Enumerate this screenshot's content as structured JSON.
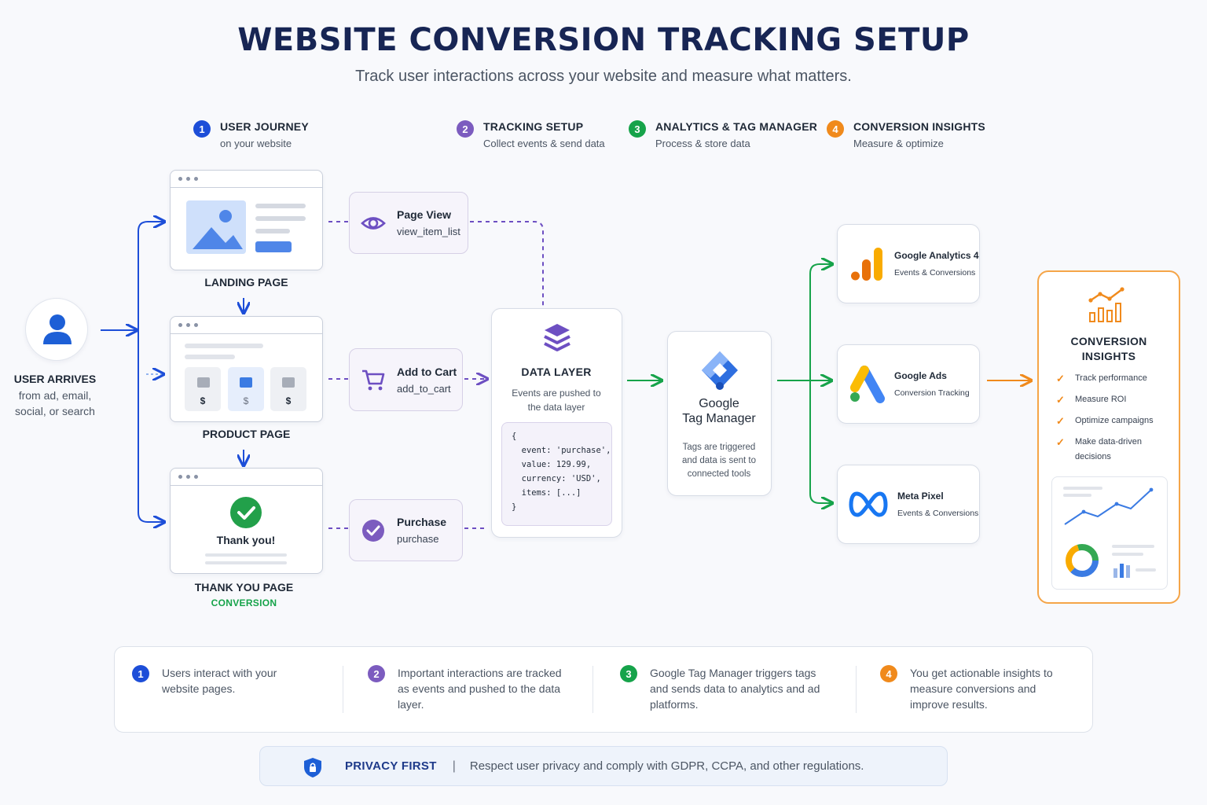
{
  "header": {
    "title": "WEBSITE CONVERSION TRACKING SETUP",
    "subtitle": "Track user interactions across your website and measure what matters."
  },
  "steps": [
    {
      "number": "1",
      "title": "USER JOURNEY",
      "subtitle": "on your website",
      "color": "#1d4ed8"
    },
    {
      "number": "2",
      "title": "TRACKING SETUP",
      "subtitle": "Collect events & send data",
      "color": "#7c5cbf"
    },
    {
      "number": "3",
      "title": "ANALYTICS & TAG MANAGER",
      "subtitle": "Process & store data",
      "color": "#16a34a"
    },
    {
      "number": "4",
      "title": "CONVERSION INSIGHTS",
      "subtitle": "Measure & optimize",
      "color": "#f08a1c"
    }
  ],
  "user": {
    "title": "USER ARRIVES",
    "line1": "from ad, email,",
    "line2": "social, or search"
  },
  "pages": {
    "landing": "LANDING PAGE",
    "product": "PRODUCT PAGE",
    "product_prices": [
      "$",
      "$",
      "$"
    ],
    "thankyou_text": "Thank you!",
    "thankyou": "THANK YOU PAGE",
    "conversion": "CONVERSION"
  },
  "events": [
    {
      "title": "Page View",
      "code": "view_item_list",
      "icon": "eye-icon"
    },
    {
      "title": "Add to Cart",
      "code": "add_to_cart",
      "icon": "cart-icon"
    },
    {
      "title": "Purchase",
      "code": "purchase",
      "icon": "check-circle-icon"
    }
  ],
  "data_layer": {
    "title": "DATA LAYER",
    "desc1": "Events are pushed to",
    "desc2": "the data layer",
    "code": "{\n  event: 'purchase',\n  value: 129.99,\n  currency: 'USD',\n  items: [...]\n}"
  },
  "gtm": {
    "name1": "Google",
    "name2": "Tag Manager",
    "desc1": "Tags are triggered",
    "desc2": "and data is sent to",
    "desc3": "connected tools"
  },
  "destinations": [
    {
      "name": "Google Analytics 4",
      "sub": "Events & Conversions",
      "icon": "analytics-icon"
    },
    {
      "name": "Google Ads",
      "sub": "Conversion Tracking",
      "icon": "google-ads-icon"
    },
    {
      "name": "Meta Pixel",
      "sub": "Events & Conversions",
      "icon": "meta-icon"
    }
  ],
  "insights": {
    "title1": "CONVERSION",
    "title2": "INSIGHTS",
    "items": [
      "Track performance",
      "Measure ROI",
      "Optimize campaigns",
      "Make data-driven decisions"
    ]
  },
  "summary": [
    {
      "number": "1",
      "text": "Users interact with your website pages."
    },
    {
      "number": "2",
      "text": "Important interactions are tracked as events and pushed to the data layer."
    },
    {
      "number": "3",
      "text": "Google Tag Manager triggers tags and sends data to analytics and ad platforms."
    },
    {
      "number": "4",
      "text": "You get actionable insights to measure conversions and improve results."
    }
  ],
  "privacy": {
    "title": "PRIVACY FIRST",
    "separator": "|",
    "text": "Respect user privacy and comply with GDPR, CCPA, and other regulations."
  },
  "colors": {
    "blue": "#1d4ed8",
    "purple": "#7c5cbf",
    "green": "#16a34a",
    "orange": "#f08a1c",
    "navy": "#172554"
  }
}
